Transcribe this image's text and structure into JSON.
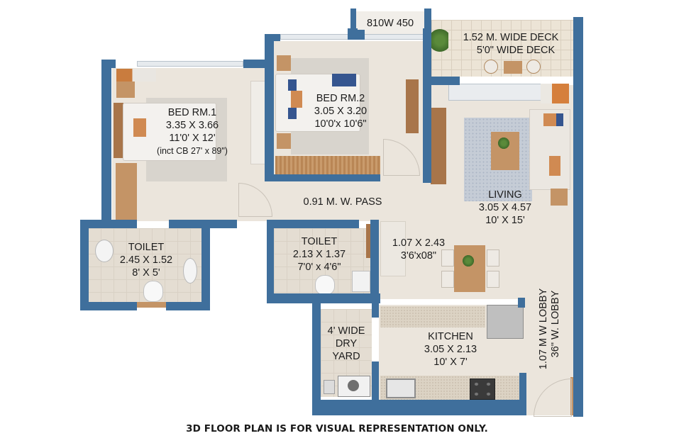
{
  "plan": {
    "wall_color": "#3f6f9c",
    "rooms": {
      "bed1": {
        "name": "BED RM.1",
        "metric": "3.35 X 3.66",
        "imperial": "11'0' X 12'",
        "note": "(inct CB 27' x 89\")"
      },
      "bed2": {
        "name": "BED RM.2",
        "metric": "3.05 X 3.20",
        "imperial": "10'0'x 10'6\""
      },
      "window_label": {
        "text": "810W 450"
      },
      "deck": {
        "line1": "1.52 M. WIDE DECK",
        "line2": "5'0\"  WIDE DECK"
      },
      "passage": {
        "text": "0.91 M. W. PASS"
      },
      "living": {
        "name": "LIVING",
        "metric": "3.05 X 4.57",
        "imperial": "10' X 15'"
      },
      "toilet1": {
        "name": "TOILET",
        "metric": "2.45 X 1.52",
        "imperial": "8' X 5'"
      },
      "toilet2": {
        "name": "TOILET",
        "metric": "2.13 X 1.37",
        "imperial": "7'0' x 4'6\""
      },
      "dining": {
        "metric": "1.07 X 2.43",
        "imperial": "3'6'x08\""
      },
      "dry_yard": {
        "line1": "4' WIDE",
        "line2": "DRY",
        "line3": "YARD"
      },
      "kitchen": {
        "name": "KITCHEN",
        "metric": "3.05 X 2.13",
        "imperial": "10' X 7'"
      },
      "lobby": {
        "line1": "1.07 M W LOBBY",
        "line2": "36\" W. LOBBY"
      }
    },
    "disclaimer": "3D FLOOR PLAN IS FOR VISUAL REPRESENTATION ONLY."
  }
}
